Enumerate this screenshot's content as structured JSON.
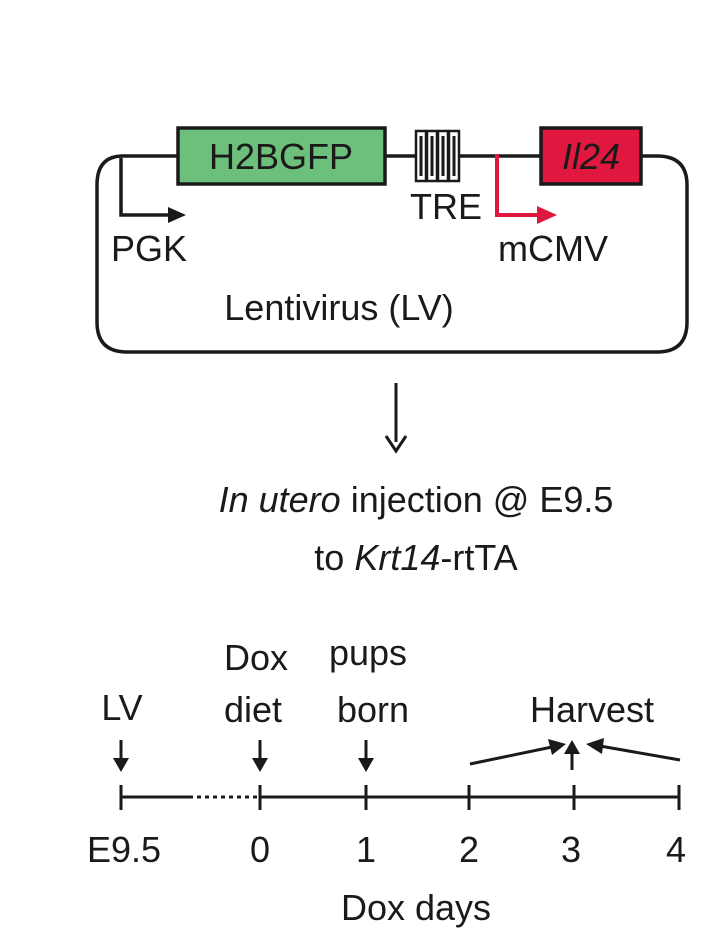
{
  "construct": {
    "gene1": "H2BGFP",
    "gene2": "Il24",
    "promoter1": "PGK",
    "response_element": "TRE",
    "promoter2": "mCMV",
    "vector": "Lentivirus (LV)"
  },
  "injection": {
    "line1_italic": "In utero",
    "line1_rest": " injection @ E9.5",
    "line2_prefix": "to ",
    "line2_italic": "Krt14",
    "line2_suffix": "-rtTA"
  },
  "timeline": {
    "events": {
      "lv": "LV",
      "dox_line1": "Dox",
      "dox_line2": "diet",
      "pups_line1": "pups",
      "pups_line2": "born",
      "harvest": "Harvest"
    },
    "ticks": [
      "E9.5",
      "0",
      "1",
      "2",
      "3",
      "4"
    ],
    "axis_label": "Dox days"
  },
  "colors": {
    "gfp_green": "#6dbf7c",
    "il24_red": "#e0173f",
    "mcmv_arrow": "#e0173f",
    "ink": "#1a1a1a"
  }
}
